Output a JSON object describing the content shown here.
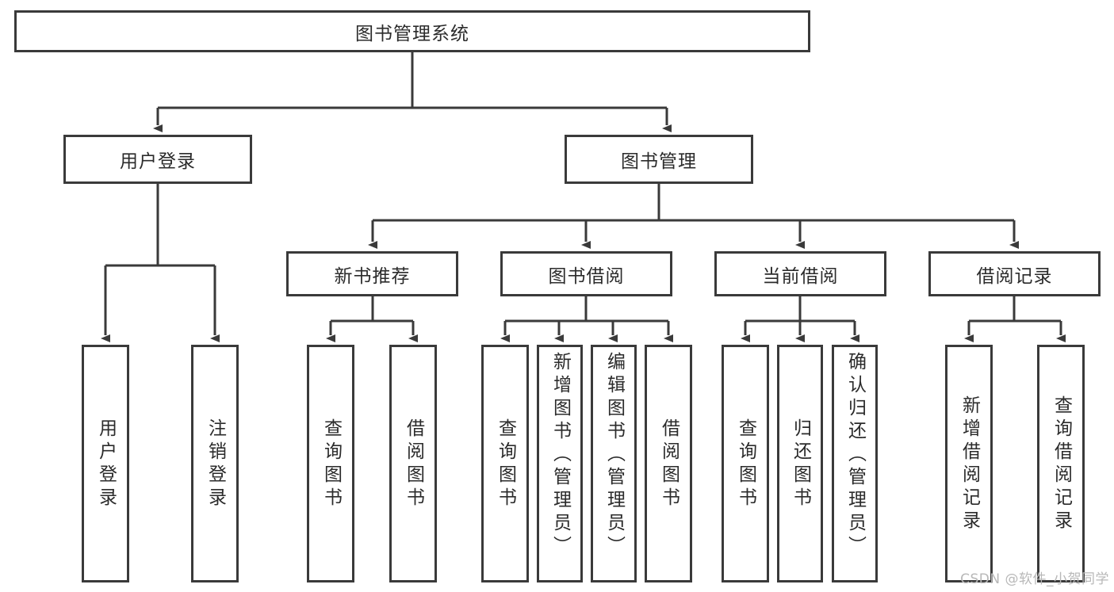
{
  "diagram": {
    "title": "图书管理系统",
    "type": "tree-hierarchy-diagram",
    "colors": {
      "stroke": "#3a3a3a",
      "fill": "#ffffff",
      "text": "#2b2b2b",
      "watermark": "#b8b8b8"
    },
    "root": {
      "id": "root",
      "label": "图书管理系统"
    },
    "level2": [
      {
        "id": "user-login",
        "label": "用户登录"
      },
      {
        "id": "book-manage",
        "label": "图书管理"
      }
    ],
    "level3": [
      {
        "id": "new-book-recommend",
        "label": "新书推荐"
      },
      {
        "id": "book-borrow",
        "label": "图书借阅"
      },
      {
        "id": "current-borrow",
        "label": "当前借阅"
      },
      {
        "id": "borrow-record",
        "label": "借阅记录"
      }
    ],
    "leaves": {
      "user_login": [
        {
          "id": "leaf-user-login",
          "label": "用户登录"
        },
        {
          "id": "leaf-logout-login",
          "label": "注销登录"
        }
      ],
      "new_book_recommend": [
        {
          "id": "leaf-query-book-1",
          "label": "查询图书"
        },
        {
          "id": "leaf-borrow-book-1",
          "label": "借阅图书"
        }
      ],
      "book_borrow": [
        {
          "id": "leaf-query-book-2",
          "label": "查询图书"
        },
        {
          "id": "leaf-add-book",
          "label": "新增图书（管理员）"
        },
        {
          "id": "leaf-edit-book",
          "label": "编辑图书（管理员）"
        },
        {
          "id": "leaf-borrow-book-2",
          "label": "借阅图书"
        }
      ],
      "current_borrow": [
        {
          "id": "leaf-query-book-3",
          "label": "查询图书"
        },
        {
          "id": "leaf-return-book",
          "label": "归还图书"
        },
        {
          "id": "leaf-confirm-return",
          "label": "确认归还（管理员）"
        }
      ],
      "borrow_record": [
        {
          "id": "leaf-add-record",
          "label": "新增借阅记录"
        },
        {
          "id": "leaf-query-record",
          "label": "查询借阅记录"
        }
      ]
    }
  },
  "watermark": {
    "text": "CSDN @软件_小贺同学"
  }
}
